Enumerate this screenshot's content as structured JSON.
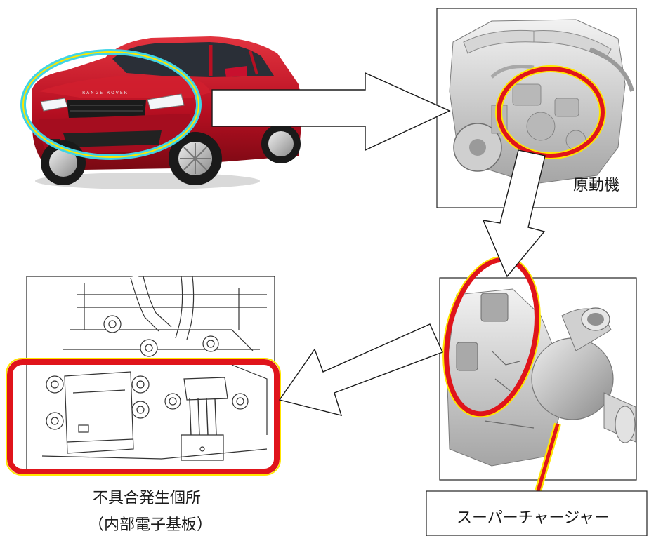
{
  "labels": {
    "engine": "原動機",
    "defect_location": "不具合発生個所",
    "defect_sub": "（内部電子基板）",
    "supercharger": "スーパーチャージャー"
  },
  "vehicle_badge": "RANGE ROVER",
  "colors": {
    "highlight_red": "#e0141b",
    "highlight_yellow": "#ffe600",
    "highlight_cyan": "#3fd4e6",
    "car_body": "#c8102e",
    "frame": "#222222"
  }
}
